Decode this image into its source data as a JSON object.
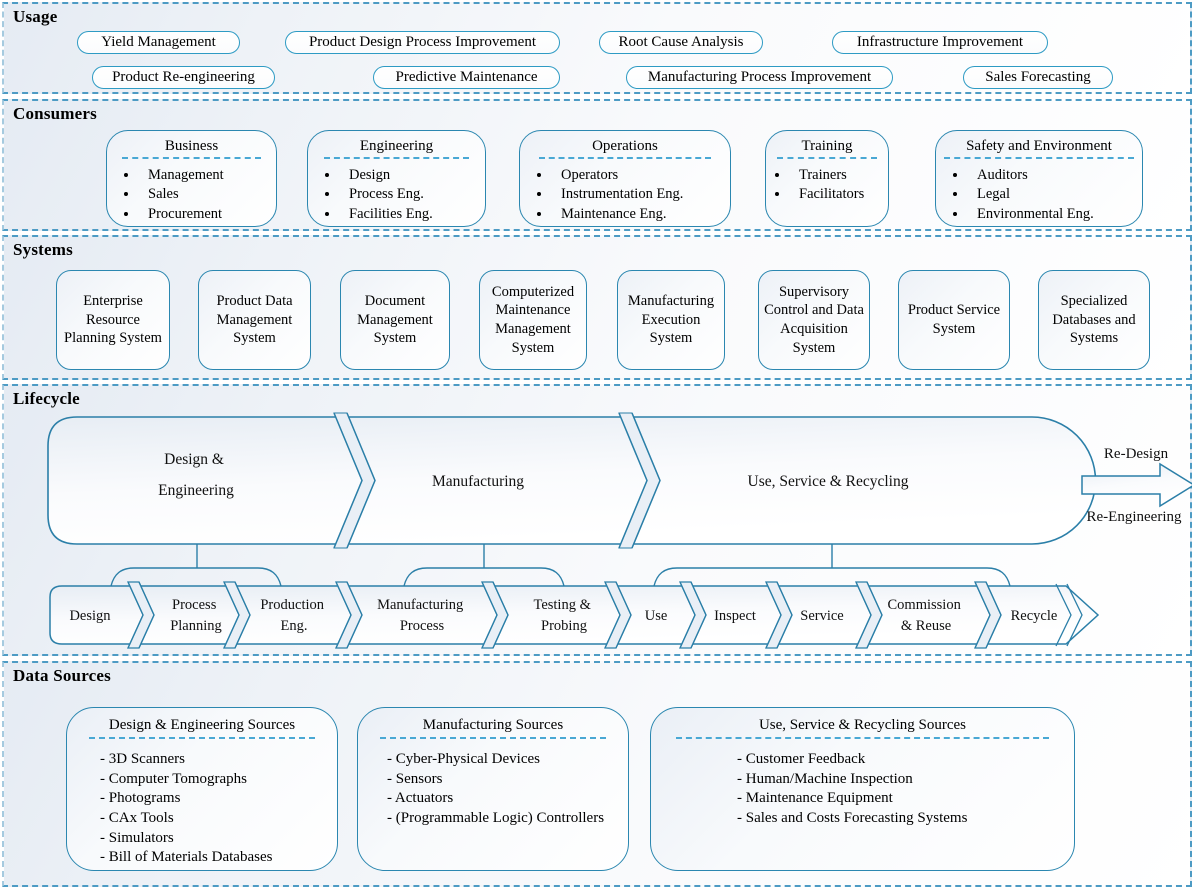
{
  "colors": {
    "section_border": "#4d9bc4",
    "shape_border": "#2b87b0",
    "pill_border": "#2e9bc4",
    "dashed_underline": "#49a8d4",
    "text": "#000000"
  },
  "sections": {
    "usage": {
      "title": "Usage",
      "pills": [
        "Yield Management",
        "Product Design Process Improvement",
        "Root Cause Analysis",
        "Infrastructure Improvement",
        "Product Re-engineering",
        "Predictive Maintenance",
        "Manufacturing Process Improvement",
        "Sales Forecasting"
      ]
    },
    "consumers": {
      "title": "Consumers",
      "groups": [
        {
          "title": "Business",
          "items": [
            "Management",
            "Sales",
            "Procurement"
          ]
        },
        {
          "title": "Engineering",
          "items": [
            "Design",
            "Process Eng.",
            "Facilities Eng."
          ]
        },
        {
          "title": "Operations",
          "items": [
            "Operators",
            "Instrumentation Eng.",
            "Maintenance Eng."
          ]
        },
        {
          "title": "Training",
          "items": [
            "Trainers",
            "Facilitators"
          ]
        },
        {
          "title": "Safety and Environment",
          "items": [
            "Auditors",
            "Legal",
            "Environmental Eng."
          ]
        }
      ]
    },
    "systems": {
      "title": "Systems",
      "boxes": [
        "Enterprise Resource Planning System",
        "Product Data Management System",
        "Document Management System",
        "Computerized Maintenance Management System",
        "Manufacturing Execution System",
        "Supervisory Control and Data Acquisition System",
        "Product Service System",
        "Specialized Databases and Systems"
      ]
    },
    "lifecycle": {
      "title": "Lifecycle",
      "stages": [
        {
          "lines": [
            "Design &",
            "Engineering"
          ]
        },
        {
          "lines": [
            "Manufacturing"
          ]
        },
        {
          "lines": [
            "Use, Service & Recycling"
          ]
        }
      ],
      "loop_labels": {
        "top": "Re-Design",
        "bottom": "Re-Engineering"
      },
      "substages": [
        {
          "lines": [
            "Design"
          ]
        },
        {
          "lines": [
            "Process",
            "Planning"
          ]
        },
        {
          "lines": [
            "Production",
            "Eng."
          ]
        },
        {
          "lines": [
            "Manufacturing",
            "Process"
          ]
        },
        {
          "lines": [
            "Testing &",
            "Probing"
          ]
        },
        {
          "lines": [
            "Use"
          ]
        },
        {
          "lines": [
            "Inspect"
          ]
        },
        {
          "lines": [
            "Service"
          ]
        },
        {
          "lines": [
            "Commission",
            "& Reuse"
          ]
        },
        {
          "lines": [
            "Recycle"
          ]
        }
      ]
    },
    "data_sources": {
      "title": "Data Sources",
      "groups": [
        {
          "title": "Design & Engineering Sources",
          "items": [
            "3D Scanners",
            "Computer Tomographs",
            "Photograms",
            "CAx Tools",
            "Simulators",
            "Bill of Materials Databases"
          ]
        },
        {
          "title": "Manufacturing Sources",
          "items": [
            "Cyber-Physical Devices",
            "Sensors",
            "Actuators",
            "(Programmable Logic) Controllers"
          ]
        },
        {
          "title": "Use, Service & Recycling Sources",
          "items": [
            "Customer Feedback",
            "Human/Machine Inspection",
            "Maintenance Equipment",
            "Sales and Costs Forecasting Systems"
          ]
        }
      ]
    }
  }
}
